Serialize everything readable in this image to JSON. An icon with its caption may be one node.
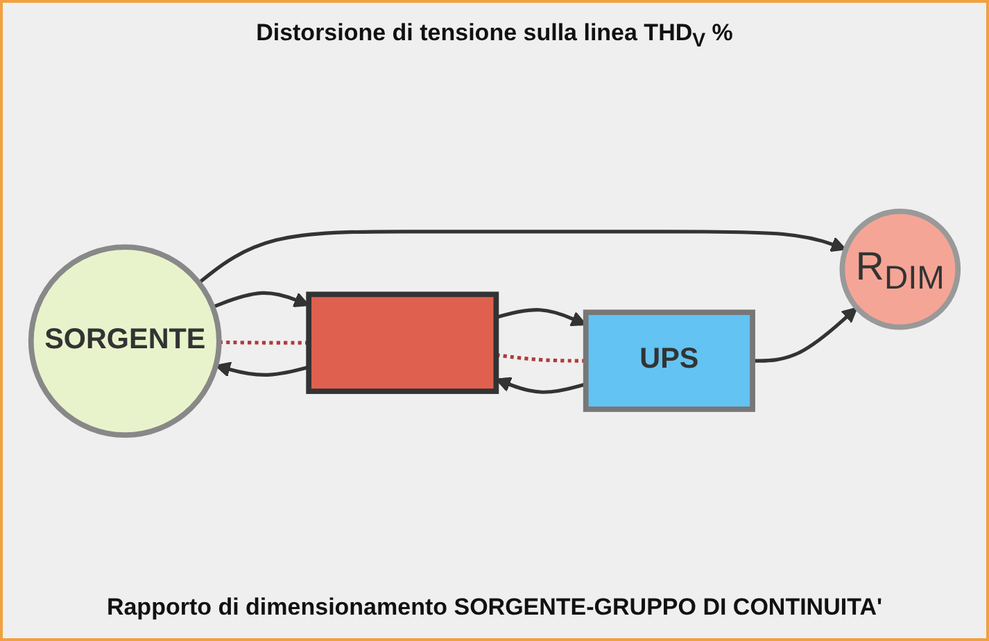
{
  "diagram": {
    "title": "Distorsione di tensione sulla linea THD$_{V}$ %",
    "caption": "Rapporto di dimensionamento SORGENTE-GRUPPO DI CONTINUITA'",
    "nodes": [
      {
        "text": [
          "SORGENTE"
        ]
      },
      {
        "text": [
          "UPS"
        ]
      },
      {
        "text": [
          "R$_{DIM}$"
        ]
      },
      {
        "text": [],
        "shape": "bar"
      }
    ],
    "edges": [
      {
        "from": 0,
        "to": 3,
        "arrow": "to"
      },
      {
        "from": 3,
        "to": 1,
        "arrow": "to"
      },
      {
        "from": 1,
        "to": 3,
        "arrow": "to"
      },
      {
        "from": 3,
        "to": 0,
        "arrow": "to"
      },
      {
        "from": 0,
        "to": 3,
        "arrow": "none",
        "style": "dashed",
        "color": "#b03a3a"
      },
      {
        "from": 3,
        "to": 1,
        "arrow": "none",
        "style": "dashed",
        "color": "#b03a3a"
      },
      {
        "from": 0,
        "to": 2,
        "arrow": "to"
      },
      {
        "from": 1,
        "to": 2,
        "arrow": "to"
      }
    ]
  }
}
